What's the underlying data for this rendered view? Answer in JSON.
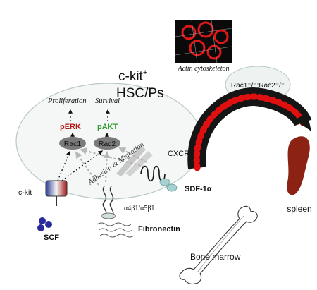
{
  "cell": {
    "title_line1": "c-kit",
    "title_sup": "+",
    "title_line2": "HSC/Ps",
    "proliferation": "Proliferation",
    "survival": "Survival",
    "perk": "pERK",
    "pakt": "pAKT",
    "rac1": "Rac1",
    "rac2": "Rac2",
    "adhesion_migration": "Adhesion & Migration",
    "cxcr4": "CXCR4",
    "ckit": "c-kit",
    "scf": "SCF",
    "sdf": "SDF-1α",
    "integrin": "α4β1/α5β1",
    "fibronectin": "Fibronectin"
  },
  "inset": {
    "caption": "Actin cytoskeleton"
  },
  "knockout": {
    "label": "Rac1⁻/⁻;Rac2⁻/⁻"
  },
  "organs": {
    "spleen": "spleen",
    "bone_marrow": "Bone marrow"
  },
  "colors": {
    "perk": "#b01818",
    "pakt": "#2e9a2e",
    "rac_oval": "#7a7a7a",
    "scf_dots": "#2a2a9c",
    "spleen": "#8b2214",
    "arc": "#151515",
    "arc_spots": "#e01010"
  }
}
